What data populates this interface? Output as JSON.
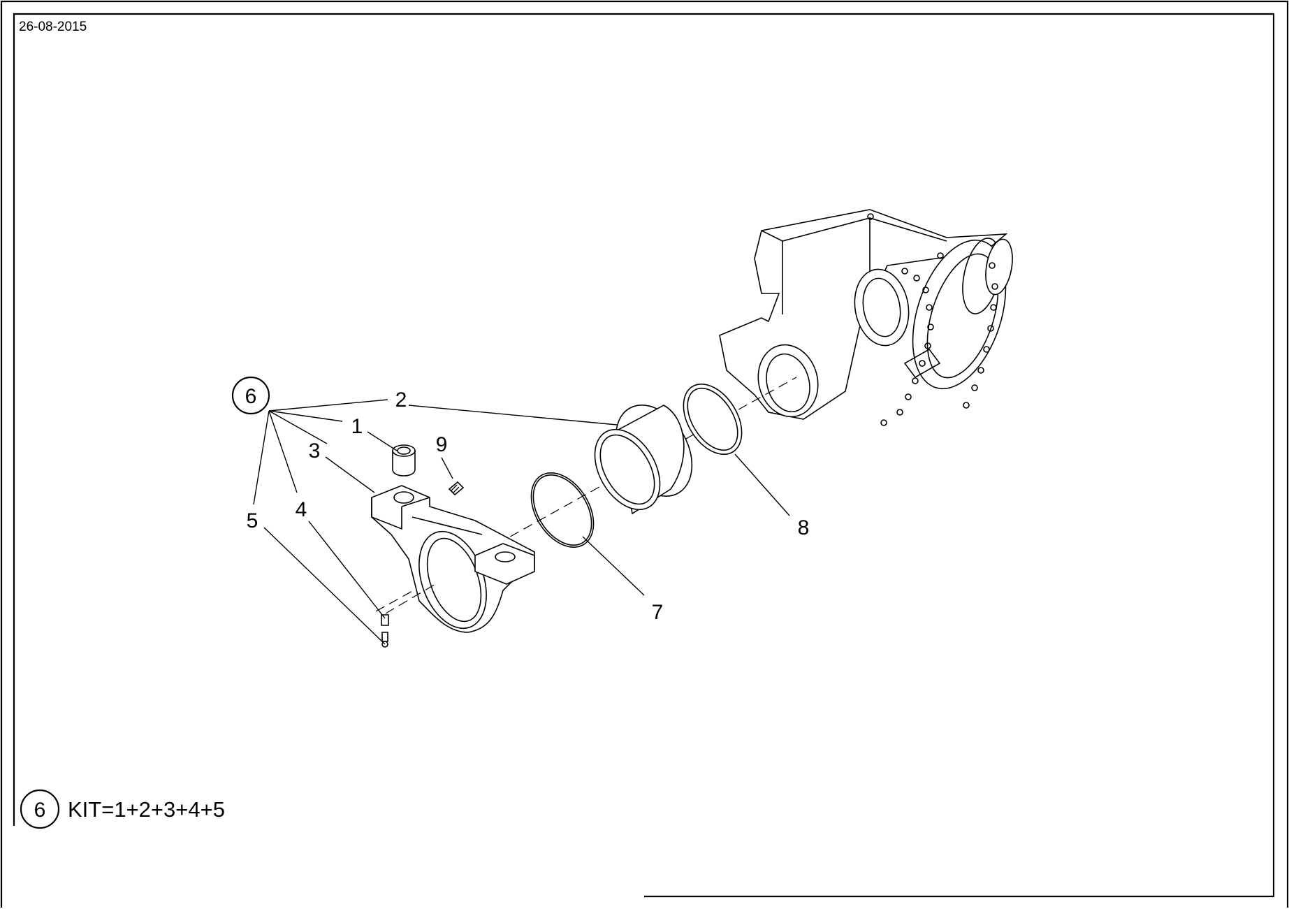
{
  "header": {
    "date": "26-08-2015"
  },
  "callouts": {
    "kit_number": "6",
    "c1": "1",
    "c2": "2",
    "c3": "3",
    "c4": "4",
    "c5": "5",
    "c7": "7",
    "c8": "8",
    "c9": "9"
  },
  "legend": {
    "number": "6",
    "text": "KIT=1+2+3+4+5"
  }
}
